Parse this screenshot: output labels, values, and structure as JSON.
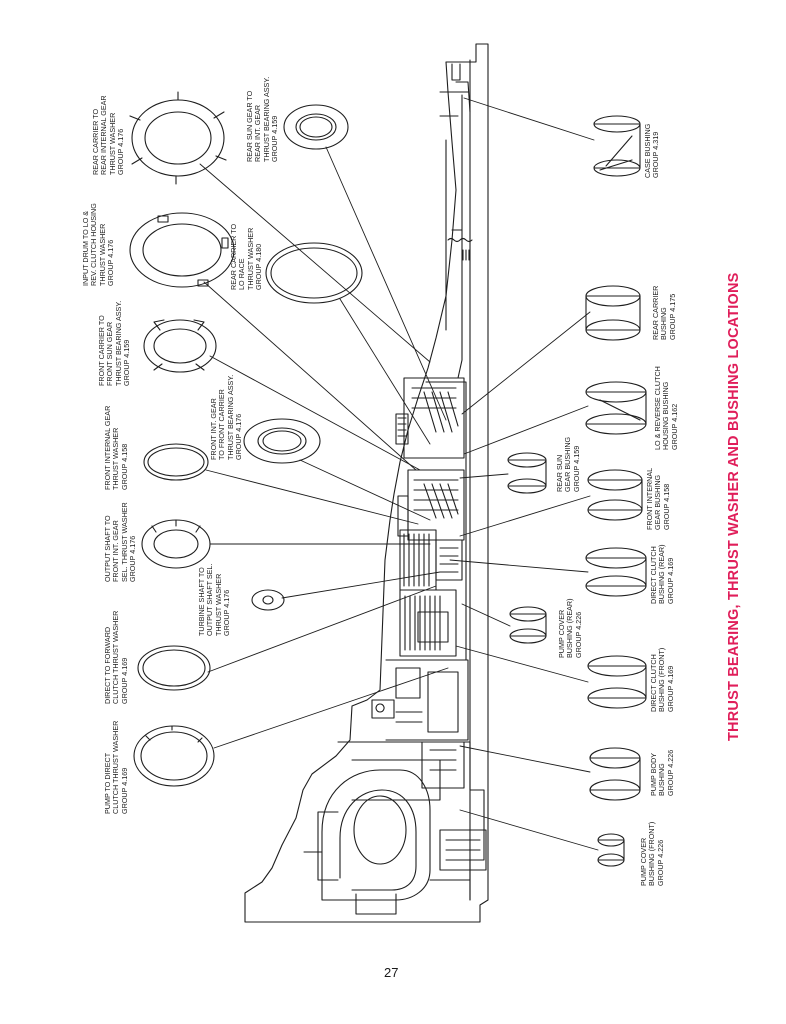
{
  "title": "THRUST BEARING, THRUST WASHER AND BUSHING LOCATIONS",
  "page_number": "27",
  "accent_color": "#e01e5a",
  "labels": {
    "rear_carrier_int_gear": [
      "REAR CARRIER TO",
      "REAR INTERNAL GEAR",
      "THRUST WASHER",
      "GROUP 4.176"
    ],
    "rear_sun_gear": [
      "REAR SUN GEAR TO",
      "REAR INT. GEAR",
      "THRUST BEARING ASSY.",
      "GROUP 4.159"
    ],
    "input_drum": [
      "INPUT DRUM TO LO &",
      "REV. CLUTCH HOUSING",
      "THRUST WASHER",
      "GROUP 4.176"
    ],
    "rear_carrier_lo_race": [
      "REAR CARRIER TO",
      "LO RACE",
      "THRUST WASHER",
      "GROUP 4.180"
    ],
    "front_carrier_sun": [
      "FRONT CARRIER TO",
      "FRONT SUN GEAR",
      "THRUST BEARING ASSY.",
      "GROUP 4.159"
    ],
    "front_int_gear_carrier": [
      "FRONT INT. GEAR",
      "TO FRONT CARRIER",
      "THRUST BEARING ASSY.",
      "GROUP 4.176"
    ],
    "front_internal_gear": [
      "FRONT INTERNAL GEAR",
      "THRUST WASHER",
      "GROUP 4.158"
    ],
    "output_shaft": [
      "OUTPUT SHAFT TO",
      "FRONT INT. GEAR",
      "SEL. THRUST WASHER",
      "GROUP 4.176"
    ],
    "turbine_shaft": [
      "TURBINE SHAFT TO",
      "OUTPUT SHAFT SEL.",
      "THRUST WASHER",
      "GROUP 4.176"
    ],
    "direct_forward": [
      "DIRECT TO FORWARD",
      "CLUTCH THRUST WASHER",
      "GROUP 4.169"
    ],
    "pump_direct": [
      "PUMP TO DIRECT",
      "CLUTCH THRUST WASHER",
      "GROUP 4.169"
    ],
    "case_bushing": [
      "CASE BUSHING",
      "GROUP 4.319"
    ],
    "rear_carrier_bushing": [
      "REAR CARRIER",
      "BUSHING",
      "GROUP 4.175"
    ],
    "lo_reverse_bushing": [
      "LO & REVERSE CLUTCH",
      "HOUSING BUSHING",
      "GROUP 4.162"
    ],
    "rear_sun_bushing": [
      "REAR SUN",
      "GEAR BUSHING",
      "GROUP 4.159"
    ],
    "front_internal_bushing": [
      "FRONT INTERNAL",
      "GEAR BUSHING",
      "GROUP 4.158"
    ],
    "direct_clutch_rear": [
      "DIRECT CLUTCH",
      "BUSHING (REAR)",
      "GROUP 4.169"
    ],
    "pump_cover_rear": [
      "PUMP COVER",
      "BUSHING (REAR)",
      "GROUP 4.226"
    ],
    "direct_clutch_front": [
      "DIRECT CLUTCH",
      "BUSHING (FRONT)",
      "GROUP 4.169"
    ],
    "pump_body": [
      "PUMP BODY",
      "BUSHING",
      "GROUP 4.226"
    ],
    "pump_cover_front": [
      "PUMP COVER",
      "BUSHING (FRONT)",
      "GROUP 4.226"
    ]
  }
}
